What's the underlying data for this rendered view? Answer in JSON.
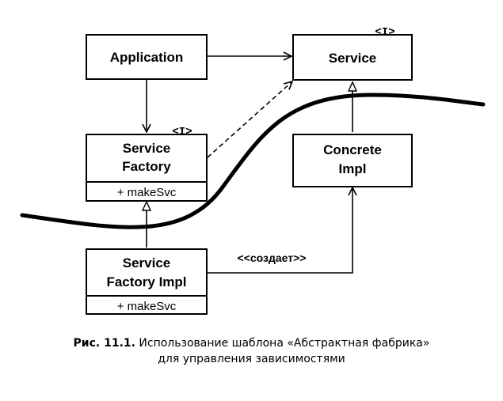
{
  "diagram": {
    "application": {
      "label": "Application"
    },
    "service": {
      "label": "Service",
      "stereotype": "<I>"
    },
    "service_factory": {
      "label_line1": "Service",
      "label_line2": "Factory",
      "stereotype": "<I>",
      "method": "+ makeSvc"
    },
    "concrete_impl": {
      "label_line1": "Concrete",
      "label_line2": "Impl"
    },
    "service_factory_impl": {
      "label_line1": "Service",
      "label_line2": "Factory Impl",
      "method": "+ makeSvc"
    },
    "creates_label": "<<создает>>"
  },
  "caption": {
    "number": "Рис. 11.1.",
    "line1": "Использование шаблона «Абстрактная фабрика»",
    "line2": "для управления зависимостями"
  }
}
